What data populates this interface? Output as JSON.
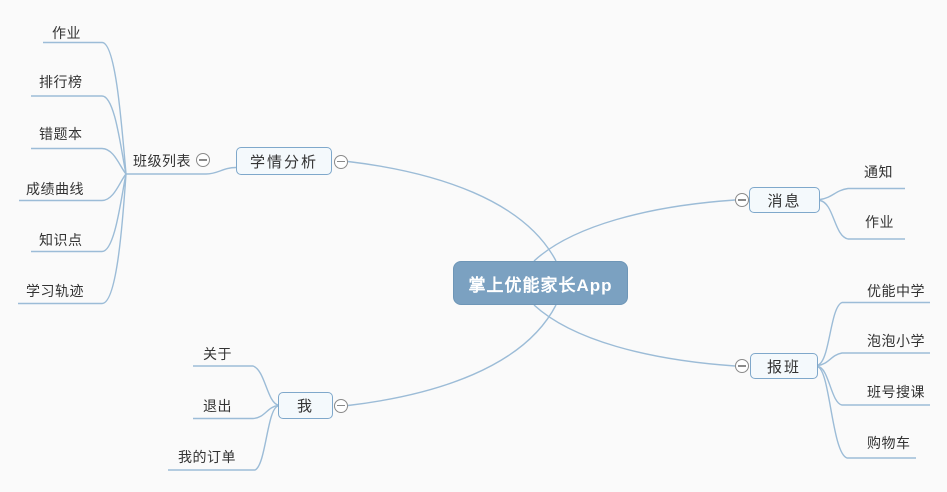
{
  "mindmap": {
    "root": {
      "label": "掌上优能家长App"
    },
    "branches": [
      {
        "label": "学情分析",
        "children": [
          {
            "label": "班级列表",
            "children": [
              {
                "label": "作业"
              },
              {
                "label": "排行榜"
              },
              {
                "label": "错题本"
              },
              {
                "label": "成绩曲线"
              },
              {
                "label": "知识点"
              },
              {
                "label": "学习轨迹"
              }
            ]
          }
        ]
      },
      {
        "label": "消息",
        "children": [
          {
            "label": "通知"
          },
          {
            "label": "作业"
          }
        ]
      },
      {
        "label": "报班",
        "children": [
          {
            "label": "优能中学"
          },
          {
            "label": "泡泡小学"
          },
          {
            "label": "班号搜课"
          },
          {
            "label": "购物车"
          }
        ]
      },
      {
        "label": "我",
        "children": [
          {
            "label": "关于"
          },
          {
            "label": "退出"
          },
          {
            "label": "我的订单"
          }
        ]
      }
    ]
  },
  "icons": {
    "collapse": "minus-in-circle"
  },
  "colors": {
    "canvas": "#fafafa",
    "line": "#9cbcd7",
    "border": "#7fa8cb",
    "fill": "#f4f9fc",
    "rootfill": "#7ba1c1",
    "rootborder": "#6e96b7",
    "roottext": "#ffffff",
    "text": "#333333",
    "expander": "#8a8a8a"
  }
}
